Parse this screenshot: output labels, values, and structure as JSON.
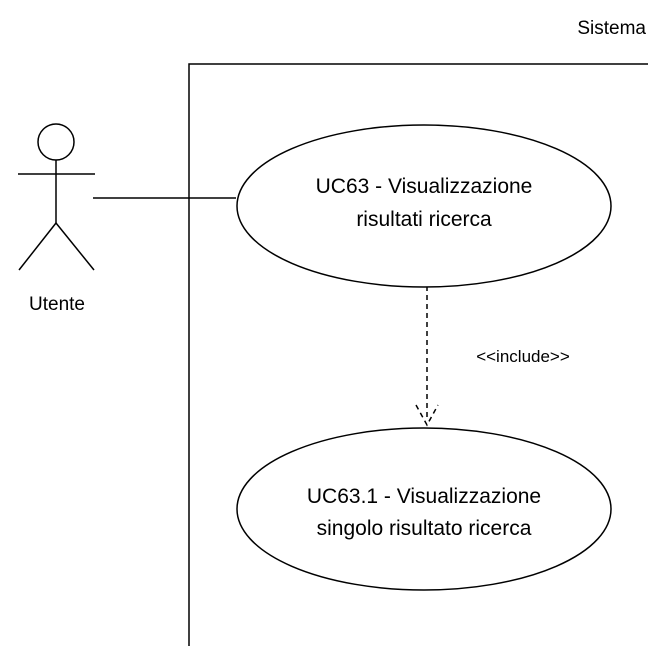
{
  "system": {
    "label": "Sistema"
  },
  "actor": {
    "label": "Utente",
    "icon": "stick-figure-icon"
  },
  "use_cases": [
    {
      "line1": "UC63 - Visualizzazione",
      "line2": "risultati ricerca"
    },
    {
      "line1": "UC63.1 - Visualizzazione",
      "line2": "singolo risultato ricerca"
    }
  ],
  "relations": {
    "include_label": "<<include>>"
  },
  "colors": {
    "stroke": "#000000",
    "fill": "#ffffff",
    "text": "#000000"
  }
}
